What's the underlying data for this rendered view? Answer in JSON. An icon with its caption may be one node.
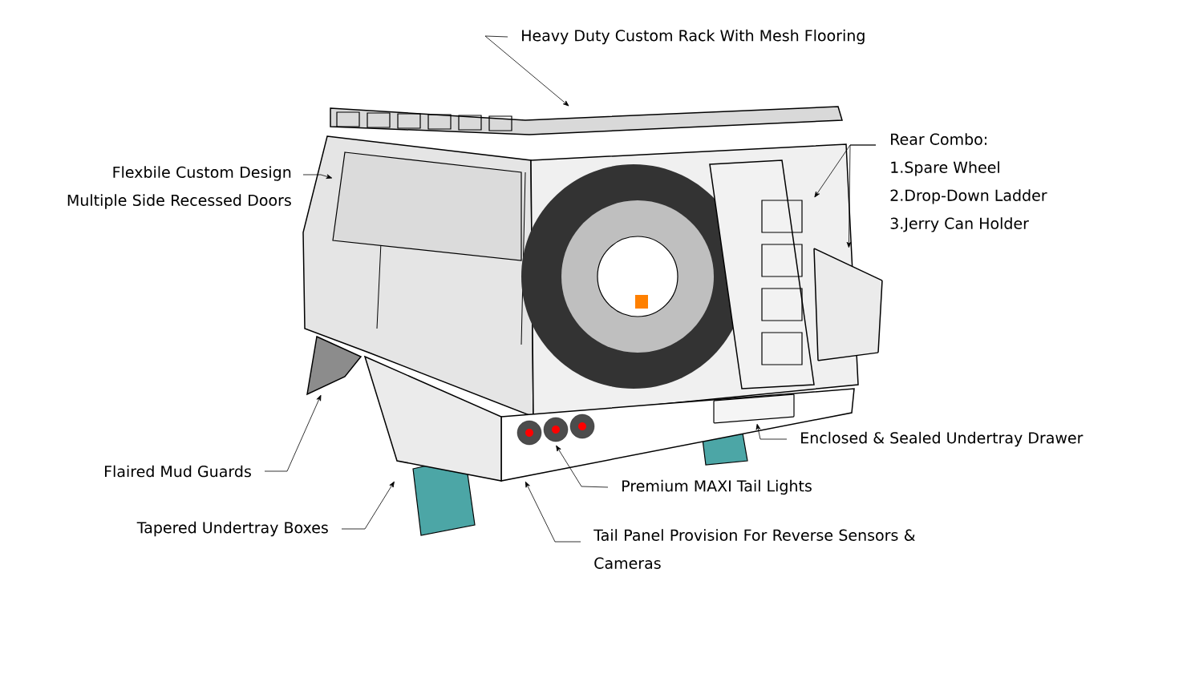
{
  "diagram": {
    "nodes": [
      {
        "text": [
          "Heavy Duty Custom Rack With Mesh Flooring"
        ]
      },
      {
        "text": [
          "Flexbile Custom Design Multiple Side Recessed Doors"
        ]
      },
      {
        "text": [
          "Rear Combo:",
          "1.Spare Wheel",
          "2.Drop-Down Ladder",
          "3.Jerry Can Holder"
        ]
      },
      {
        "text": [
          "Enclosed & Sealed Undertray Drawer"
        ]
      },
      {
        "text": [
          "Premium MAXI Tail Lights"
        ]
      },
      {
        "text": [
          "Tail Panel Provision For Reverse Sensors & Cameras"
        ]
      },
      {
        "text": [
          "Flaired Mud Guards"
        ]
      },
      {
        "text": [
          "Tapered Undertray Boxes"
        ]
      },
      {
        "text": [],
        "shape": "picture"
      },
      {
        "text": [],
        "shape": "picture"
      },
      {
        "text": [],
        "shape": "picture"
      },
      {
        "text": [],
        "shape": "box"
      },
      {
        "text": [],
        "shape": "box",
        "in": 14
      },
      {
        "text": [],
        "shape": "picture",
        "in": 14
      },
      {
        "text": [],
        "shape": "picture"
      },
      {
        "text": [],
        "shape": "picture"
      },
      {
        "text": [],
        "shape": "picture"
      }
    ],
    "edges": [
      {
        "from": 0,
        "to": 8,
        "arrow": "to"
      },
      {
        "from": 1,
        "to": 9,
        "arrow": "to"
      },
      {
        "from": 2,
        "to": 10,
        "arrow": "to"
      },
      {
        "from": 2,
        "to": 11,
        "arrow": "to"
      },
      {
        "from": 3,
        "to": 12,
        "arrow": "to"
      },
      {
        "from": 4,
        "to": 13,
        "arrow": "to"
      },
      {
        "from": 5,
        "to": 14,
        "arrow": "to"
      },
      {
        "from": 6,
        "to": 15,
        "arrow": "to"
      },
      {
        "from": 7,
        "to": 16,
        "arrow": "to"
      }
    ]
  }
}
